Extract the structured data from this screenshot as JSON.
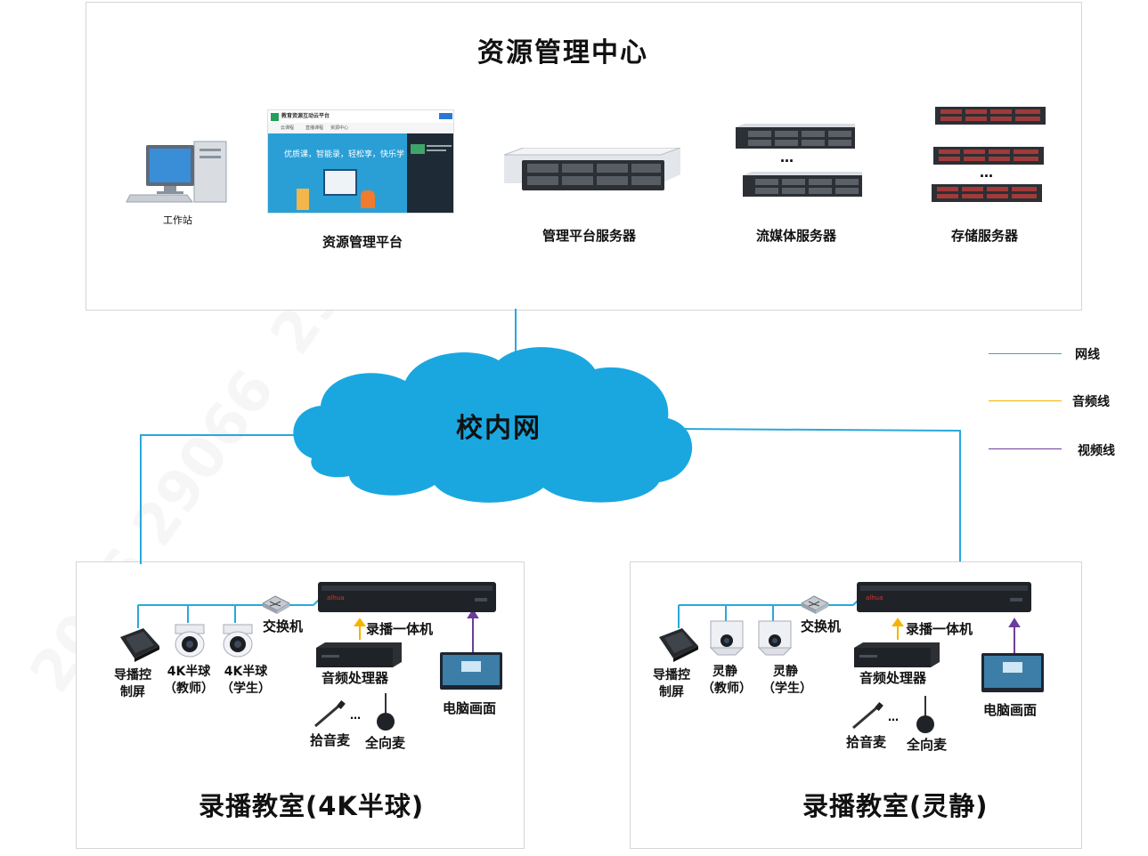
{
  "top": {
    "title": "资源管理中心",
    "workstation": "工作站",
    "platform": "资源管理平台",
    "mgmt_server": "管理平台服务器",
    "media_server": "流媒体服务器",
    "storage_server": "存储服务器",
    "ellipsis": "…",
    "screen": {
      "app_name": "教育资源互动云平台",
      "nav": [
        "云课程",
        "直播课程",
        "资源中心"
      ],
      "hero": "优质课，智能录，轻松享，快乐学"
    }
  },
  "network": {
    "cloud_label": "校内网"
  },
  "legend": [
    {
      "label": "网线",
      "color": "#29a8dc"
    },
    {
      "label": "音频线",
      "color": "#f5b400"
    },
    {
      "label": "视频线",
      "color": "#6a3d9a"
    }
  ],
  "left_room": {
    "title": "录播教室(4K半球)",
    "switch": "交换机",
    "recorder": "录播一体机",
    "audio_proc": "音频处理器",
    "pc_screen": "电脑画面",
    "control": "导播控制屏",
    "cam1": "4K半球（教师）",
    "cam2": "4K半球（学生）",
    "pickup_mic": "拾音麦",
    "omni_mic": "全向麦"
  },
  "right_room": {
    "title": "录播教室(灵静)",
    "switch": "交换机",
    "recorder": "录播一体机",
    "audio_proc": "音频处理器",
    "pc_screen": "电脑画面",
    "control": "导播控制屏",
    "cam1": "灵静（教师）",
    "cam2": "灵静（学生）",
    "pickup_mic": "拾音麦",
    "omni_mic": "全向麦"
  }
}
